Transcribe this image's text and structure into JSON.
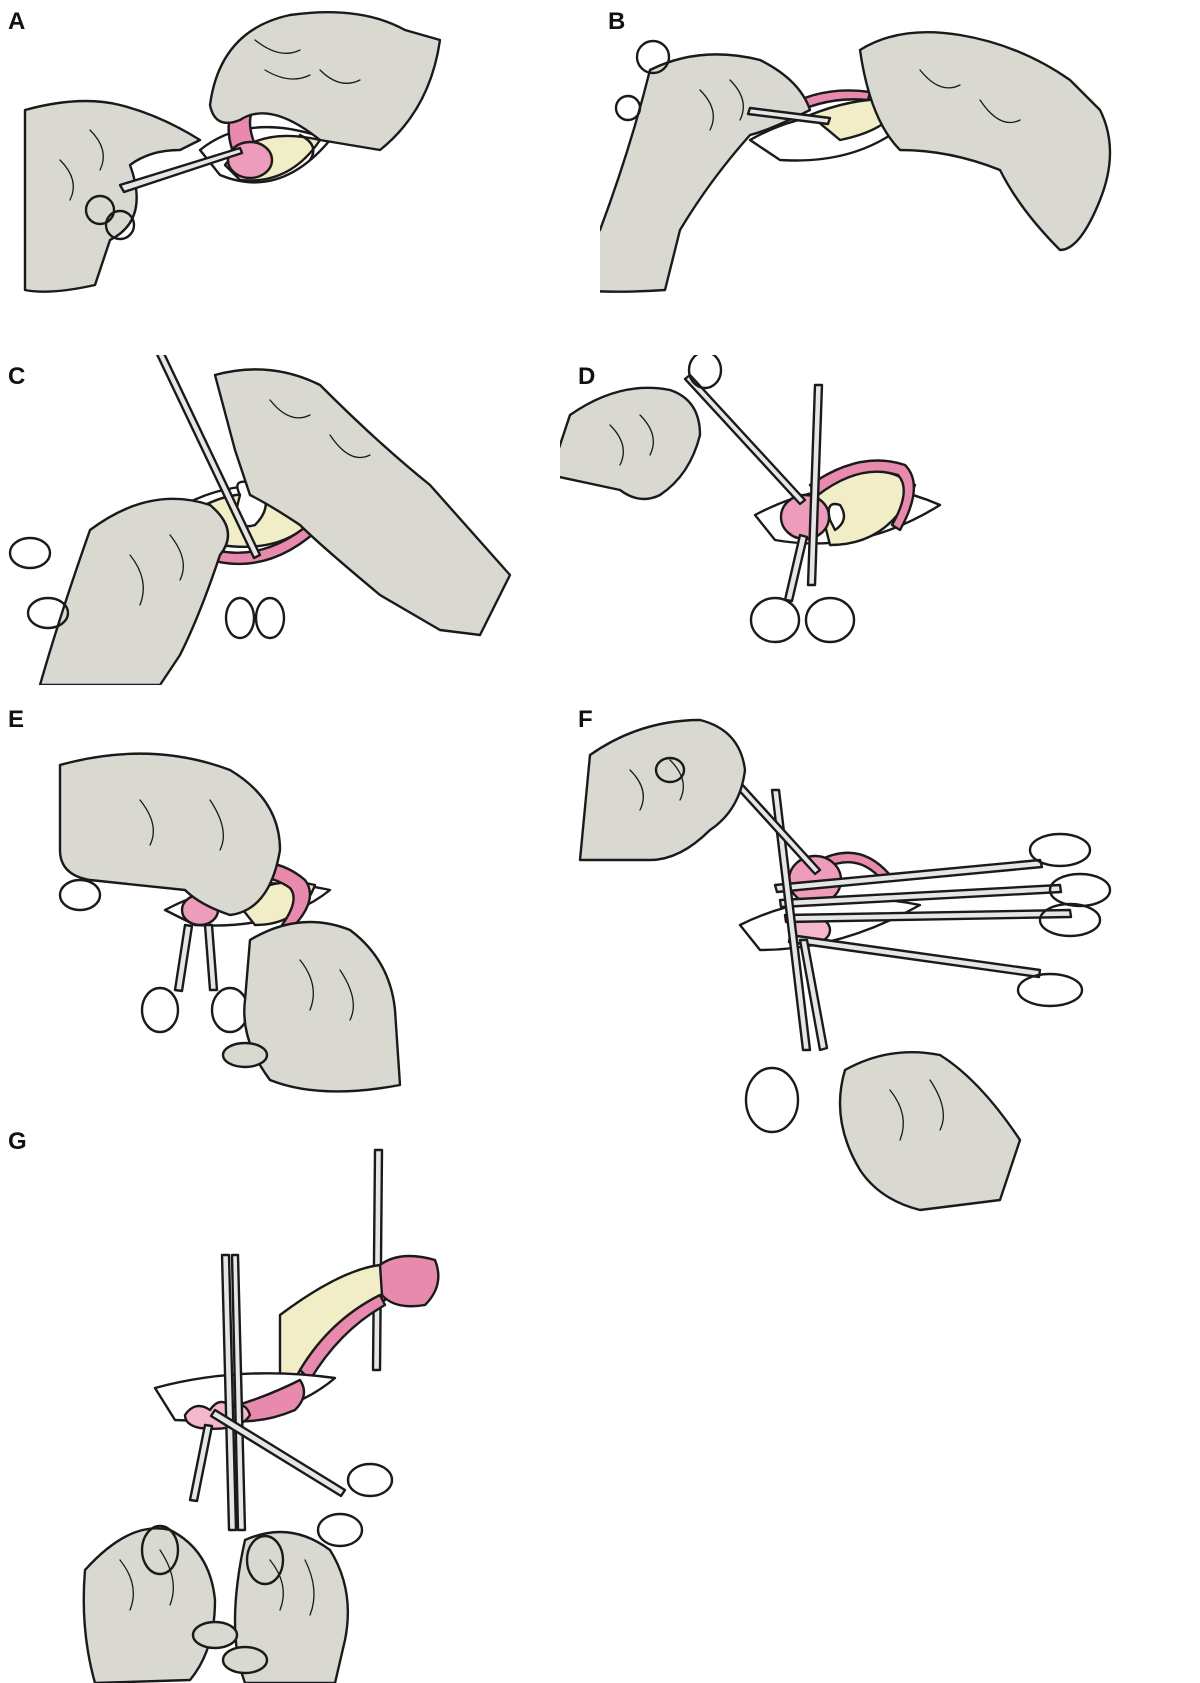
{
  "figure": {
    "panels": [
      {
        "id": "A",
        "label": "A"
      },
      {
        "id": "B",
        "label": "B"
      },
      {
        "id": "C",
        "label": "C"
      },
      {
        "id": "D",
        "label": "D"
      },
      {
        "id": "E",
        "label": "E"
      },
      {
        "id": "F",
        "label": "F"
      },
      {
        "id": "G",
        "label": "G"
      }
    ]
  },
  "colors": {
    "glove": "#d9d9d2",
    "glove_shade": "#c6c6be",
    "tissue_pink": "#e88aae",
    "tissue_pink_light": "#f4b7cc",
    "fat_yellow": "#f1edc6",
    "instrument": "#e6e6e6",
    "outline": "#1a1a1a",
    "incision_white": "#ffffff"
  },
  "icons": [
    "gloved-hand-icon",
    "forceps-icon",
    "hemostat-clamp-icon",
    "tissue-loop-icon",
    "incision-icon"
  ]
}
